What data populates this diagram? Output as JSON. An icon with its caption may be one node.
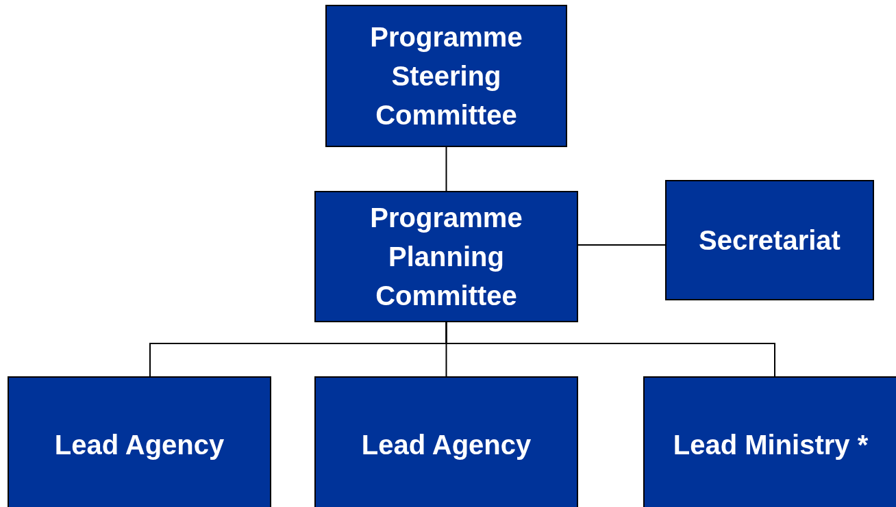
{
  "diagram": {
    "nodes": [
      {
        "text": [
          "Programme Steering Committee"
        ]
      },
      {
        "text": [
          "Programme Planning Committee"
        ]
      },
      {
        "text": [
          "Secretariat"
        ]
      },
      {
        "text": [
          "Lead Agency"
        ]
      },
      {
        "text": [
          "Lead Agency"
        ]
      },
      {
        "text": [
          "Lead Ministry *"
        ]
      }
    ],
    "edges": [
      {
        "from": 0,
        "to": 1,
        "arrow": "none"
      },
      {
        "from": 1,
        "to": 2,
        "arrow": "none"
      },
      {
        "from": 1,
        "to": 3,
        "arrow": "none"
      },
      {
        "from": 1,
        "to": 4,
        "arrow": "none"
      },
      {
        "from": 1,
        "to": 5,
        "arrow": "none"
      }
    ]
  }
}
